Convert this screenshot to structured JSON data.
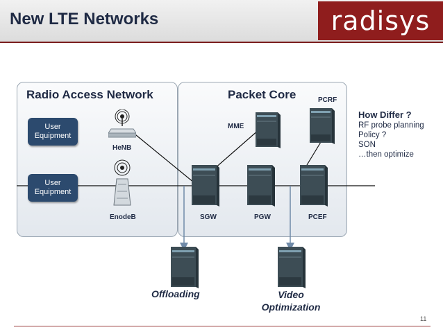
{
  "header": {
    "title": "New LTE Networks",
    "logo": "radisys"
  },
  "panels": {
    "ran_title": "Radio Access Network",
    "core_title": "Packet Core"
  },
  "ran": {
    "ue_top": "User Equipment",
    "ue_bottom": "User Equipment",
    "henb_label": "HeNB",
    "enodeb_label": "EnodeB"
  },
  "core": {
    "mme_label": "MME",
    "pcrf_label": "PCRF",
    "sgw_label": "SGW",
    "pgw_label": "PGW",
    "pcef_label": "PCEF"
  },
  "side_note": {
    "heading": "How Differ ?",
    "lines": [
      "RF probe planning",
      "Policy ?",
      "SON",
      "…then optimize"
    ]
  },
  "bottom": {
    "offloading": "Offloading",
    "video_line1": "Video",
    "video_line2": "Optimization"
  },
  "page_number": "11",
  "colors": {
    "title": "#1f2a44",
    "logo_bg": "#8f1d1d",
    "ue_box": "#2c4a6e",
    "server_dark": "#3d4d55",
    "link_arrow": "#6f8aa8"
  }
}
